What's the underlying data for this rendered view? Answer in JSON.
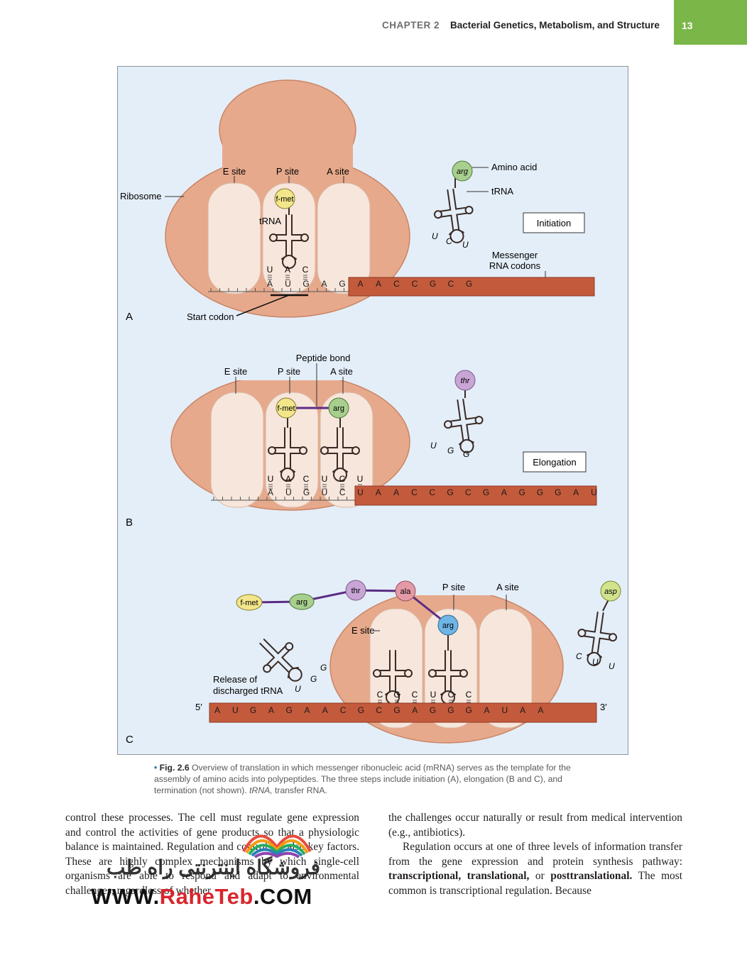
{
  "header": {
    "chapter": "CHAPTER 2",
    "title": "Bacterial Genetics, Metabolism, and Structure",
    "page_number": "13",
    "accent_color": "#7ab648"
  },
  "figure": {
    "panel_a": {
      "letter": "A",
      "ribosome_label": "Ribosome",
      "e_site": "E site",
      "p_site": "P site",
      "a_site": "A site",
      "trna_label": "tRNA",
      "p_amino": "f-met",
      "free_amino": "arg",
      "amino_acid_label": "Amino acid",
      "free_trna_label": "tRNA",
      "free_anticodon": [
        "U",
        "C",
        "U"
      ],
      "p_anticodon": [
        "U",
        "A",
        "C"
      ],
      "mrna_bases": [
        "A",
        "U",
        "G",
        "A",
        "G",
        "A",
        "A",
        "C",
        "C",
        "G",
        "C",
        "G"
      ],
      "messenger_label_1": "Messenger",
      "messenger_label_2": "RNA codons",
      "start_codon_label": "Start codon",
      "step_label": "Initiation"
    },
    "panel_b": {
      "letter": "B",
      "peptide_bond_label": "Peptide bond",
      "e_site": "E site",
      "p_site": "P site",
      "a_site": "A site",
      "p_amino": "f-met",
      "a_amino": "arg",
      "free_amino": "thr",
      "free_anticodon": [
        "U",
        "G",
        "G"
      ],
      "p_anticodon": [
        "U",
        "A",
        "C"
      ],
      "a_anticodon": [
        "U",
        "C",
        "U"
      ],
      "mrna_bases": [
        "A",
        "U",
        "G",
        "U",
        "C",
        "U",
        "A",
        "A",
        "C",
        "C",
        "G",
        "C",
        "G",
        "A",
        "G",
        "G",
        "G",
        "A",
        "U"
      ],
      "step_label": "Elongation"
    },
    "panel_c": {
      "letter": "C",
      "chain": [
        "f-met",
        "arg",
        "thr",
        "ala"
      ],
      "p_site": "P site",
      "a_site": "A site",
      "e_site": "E site",
      "p_amino": "arg",
      "free_amino": "asp",
      "free_anticodon": [
        "C",
        "U",
        "U"
      ],
      "release_label_1": "Release of",
      "release_label_2": "discharged tRNA",
      "released_anticodon": [
        "G",
        "G",
        "U"
      ],
      "e_anticodon": [
        "C",
        "G",
        "C"
      ],
      "p_anticodon": [
        "U",
        "C",
        "C"
      ],
      "mrna_bases": [
        "A",
        "U",
        "G",
        "A",
        "G",
        "A",
        "A",
        "C",
        "G",
        "C",
        "G",
        "A",
        "G",
        "G",
        "G",
        "A",
        "U",
        "A",
        "A"
      ],
      "five_prime": "5′",
      "three_prime": "3′"
    },
    "colors": {
      "background": "#e4eef8",
      "ribosome": "#e7a98c",
      "ribosome_inner": "#efc6ae",
      "site": "#f7e6dc",
      "mrna": "#c45a3c",
      "fmet": "#f3e68a",
      "arg": "#a8cf8e",
      "thr": "#c9a5d5",
      "ala": "#e39aa6",
      "arg_blue": "#6fb5e5",
      "asp": "#d2e38d",
      "peptide_bond": "#5b2c83"
    }
  },
  "caption": {
    "bullet": "•",
    "label": "Fig. 2.6",
    "text_1": " Overview of translation in which messenger ribonucleic acid (mRNA) serves as the template for the assembly of amino acids into polypeptides. The three steps include initiation (A), elongation (B and C), and termination (not shown). ",
    "text_italic": "tRNA,",
    "text_2": " transfer RNA."
  },
  "body": {
    "left": "control these processes. The cell must regulate gene expression and control the activities of gene products so that a physiologic balance is maintained. Regulation and control are also key factors. These are highly complex mechanisms by which single-cell organisms are able to respond and adapt to environmental challenges, regardless of whether",
    "right_p1": "the challenges occur naturally or result from medical intervention (e.g., antibiotics).",
    "right_p2_a": "Regulation occurs at one of three levels of information transfer from the gene expression and protein synthesis pathway: ",
    "right_p2_b1": "transcriptional, translational,",
    "right_p2_c": " or ",
    "right_p2_b2": "posttranslational.",
    "right_p2_d": " The most common is transcriptional regulation. Because"
  },
  "watermark": {
    "persian": "فروشگاه اینترنتی راه طب",
    "url_1": "WWW.",
    "url_2": "RaheTeb",
    "url_3": ".COM"
  }
}
